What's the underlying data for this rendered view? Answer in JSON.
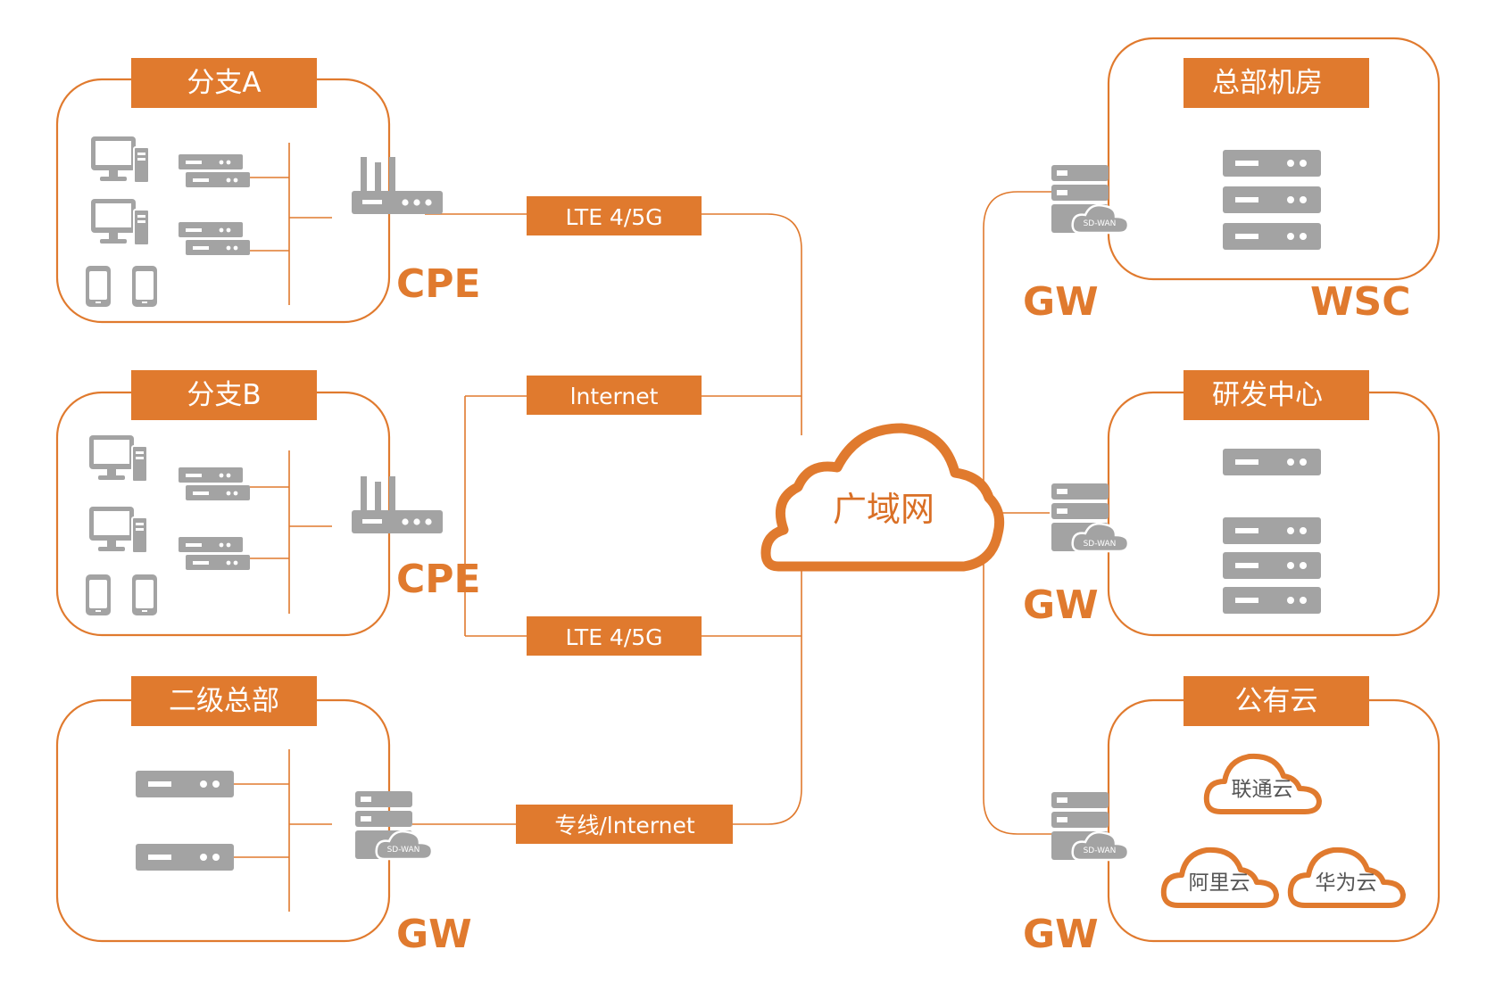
{
  "wan": {
    "label": "广域网"
  },
  "branch_a": {
    "title": "分支A",
    "device": "CPE"
  },
  "branch_b": {
    "title": "分支B",
    "device": "CPE"
  },
  "secondary_hq": {
    "title": "二级总部",
    "device": "GW"
  },
  "hq_room": {
    "title": "总部机房",
    "device": "GW",
    "site_label": "WSC"
  },
  "rd_center": {
    "title": "研发中心",
    "device": "GW"
  },
  "public_cloud": {
    "title": "公有云",
    "device": "GW",
    "providers": [
      "联通云",
      "阿里云",
      "华为云"
    ]
  },
  "links": {
    "a_lte": "LTE 4/5G",
    "b_internet": "lnternet",
    "b_lte": "LTE 4/5G",
    "hq_line": "专线/lnternet"
  },
  "sdwan_badge": "SD-WAN",
  "colors": {
    "accent": "#e07a2e",
    "device_grey": "#a3a3a3",
    "background": "#ffffff"
  }
}
